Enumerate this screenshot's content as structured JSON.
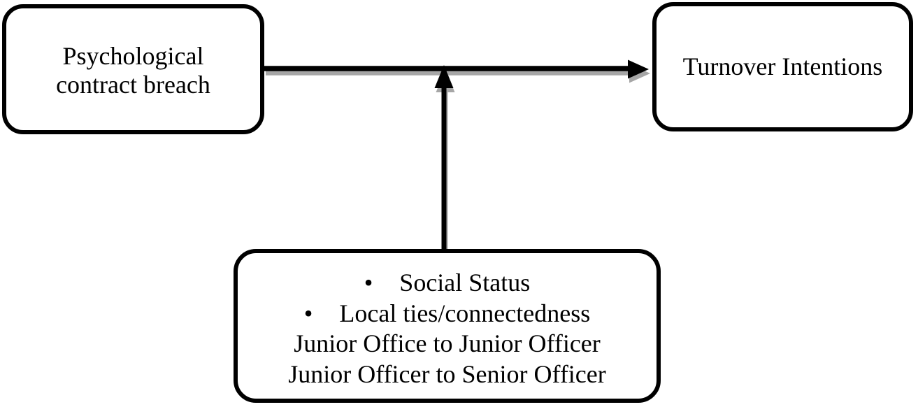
{
  "diagram": {
    "background": "#ffffff",
    "stroke_color": "#000000",
    "shadow_color": "#a6a6a6",
    "antecedent_box": {
      "lines": [
        "Psychological",
        "contract breach"
      ]
    },
    "outcome_box": {
      "label": "Turnover Intentions"
    },
    "moderator_box": {
      "bullet_glyph": "•",
      "bullet_items": [
        "Social Status",
        "Local ties/connectedness"
      ],
      "plain_lines": [
        "Junior Office to Junior Officer",
        "Junior Officer to Senior Officer"
      ]
    }
  }
}
